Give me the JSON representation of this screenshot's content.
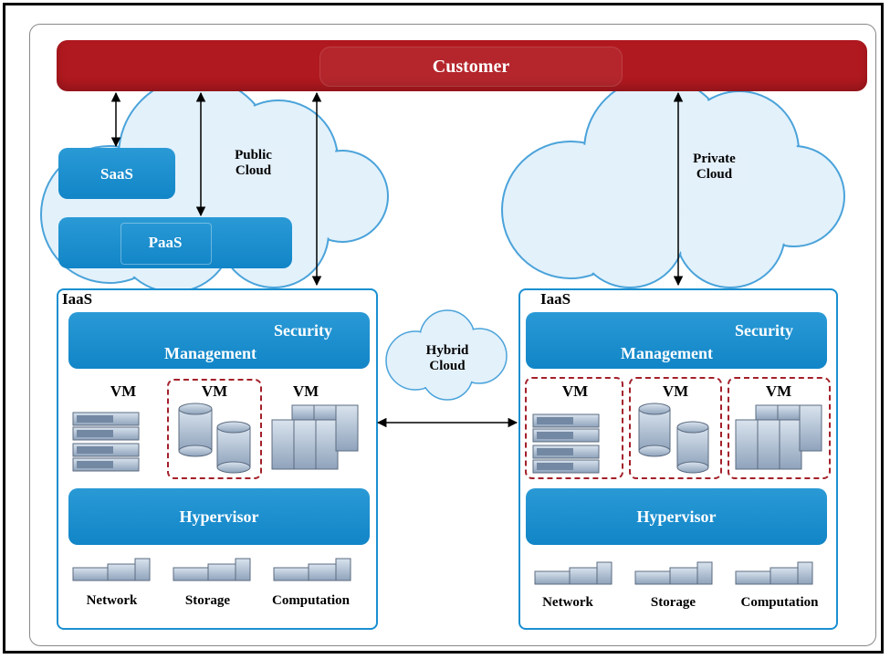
{
  "customer": "Customer",
  "public_cloud": {
    "label_line1": "Public",
    "label_line2": "Cloud",
    "saas": "SaaS",
    "paas": "PaaS"
  },
  "private_cloud": {
    "label_line1": "Private",
    "label_line2": "Cloud"
  },
  "hybrid_cloud": {
    "label_line1": "Hybrid",
    "label_line2": "Cloud"
  },
  "left_iaas": {
    "title": "IaaS",
    "security_line1": "Security",
    "security_line2": "Management",
    "vms": [
      "VM",
      "VM",
      "VM"
    ],
    "hypervisor": "Hypervisor",
    "resources": [
      "Network",
      "Storage",
      "Computation"
    ]
  },
  "right_iaas": {
    "title": "IaaS",
    "security_line1": "Security",
    "security_line2": "Management",
    "vms": [
      "VM",
      "VM",
      "VM"
    ],
    "hypervisor": "Hypervisor",
    "resources": [
      "Network",
      "Storage",
      "Computation"
    ]
  },
  "colors": {
    "customer_red": "#b0191f",
    "box_blue": "#1a8fd1",
    "vm_dash_red": "#a3202a",
    "cloud_fill": "#e3f1fb",
    "cloud_stroke": "#4aa3da"
  }
}
